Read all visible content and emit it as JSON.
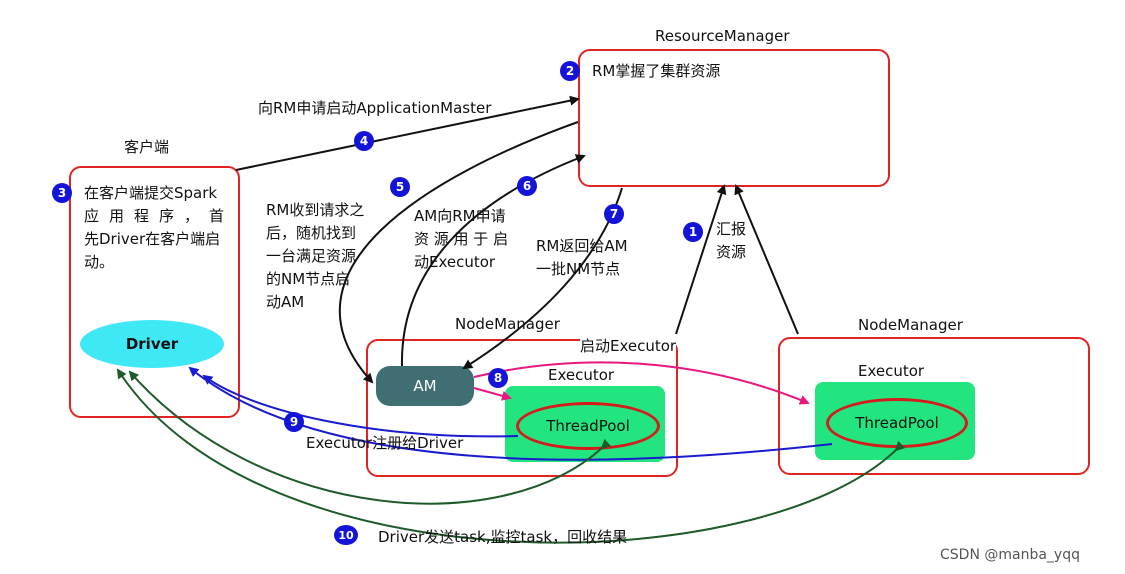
{
  "resource_manager": {
    "title": "ResourceManager",
    "note": "RM掌握了集群资源"
  },
  "client": {
    "title": "客户端",
    "lines": [
      "在客户端提交Spark",
      "应 用 程 序 ， 首",
      "先Driver在客户端启",
      "动。"
    ],
    "driver_label": "Driver"
  },
  "node_manager_1": {
    "title": "NodeManager",
    "am_label": "AM",
    "executor_title": "Executor",
    "threadpool_label": "ThreadPool"
  },
  "node_manager_2": {
    "title": "NodeManager",
    "executor_title": "Executor",
    "threadpool_label": "ThreadPool"
  },
  "annotations": {
    "apply_am": "向RM申请启动ApplicationMaster",
    "rm_receive": [
      "RM收到请求之",
      "后，随机找到",
      "一台满足资源",
      "的NM节点启",
      "动AM"
    ],
    "am_apply": [
      "AM向RM申请",
      "资 源 用 于 启",
      "动Executor"
    ],
    "rm_return": [
      "RM返回给AM",
      "一批NM节点"
    ],
    "report": [
      "汇报",
      "资源"
    ],
    "start_executor": "启动Executor",
    "register": "Executor注册给Driver",
    "send_task": "Driver发送task,监控task，回收结果"
  },
  "badges": [
    "1",
    "2",
    "3",
    "4",
    "5",
    "6",
    "7",
    "8",
    "9",
    "10"
  ],
  "watermark": "CSDN @manba_yqq",
  "colors": {
    "box_border": "#e02424",
    "badge": "#1414d8",
    "driver_fill": "#3ee8f5",
    "am_fill": "#3f6f73",
    "executor_fill": "#22e57f",
    "arrow_pink": "#e8187e",
    "arrow_blue": "#1a1ad0",
    "arrow_green": "#1f5a2a"
  }
}
